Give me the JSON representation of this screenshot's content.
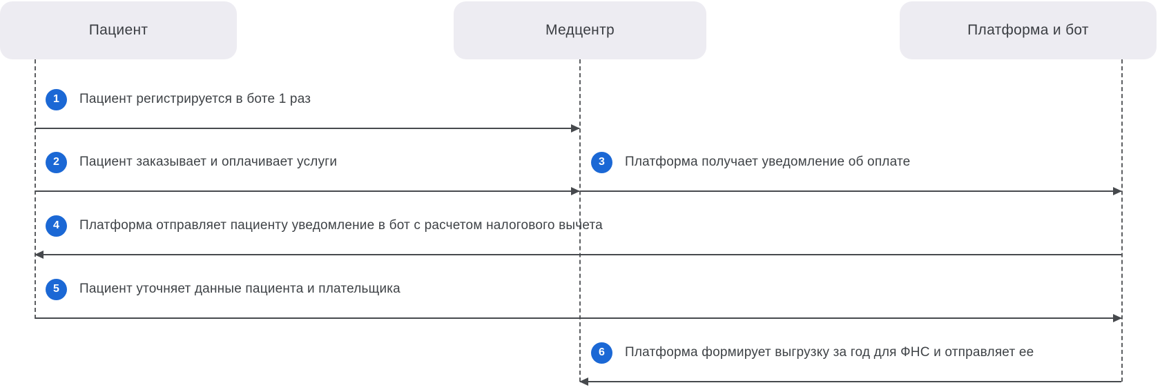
{
  "diagram": {
    "title": "Sequence diagram: tax-deduction bot flow",
    "lanes": [
      {
        "id": "patient",
        "label": "Пациент"
      },
      {
        "id": "medcenter",
        "label": "Медцентр"
      },
      {
        "id": "platform",
        "label": "Платформа и бот"
      }
    ],
    "steps": [
      {
        "num": "1",
        "text": "Пациент регистрируется в боте 1 раз",
        "from": "patient",
        "to": "medcenter",
        "direction": "right"
      },
      {
        "num": "2",
        "text": "Пациент заказывает и оплачивает услуги",
        "from": "patient",
        "to": "medcenter",
        "direction": "right"
      },
      {
        "num": "3",
        "text": "Платформа получает уведомление об оплате",
        "from": "medcenter",
        "to": "platform",
        "direction": "right"
      },
      {
        "num": "4",
        "text": "Платформа отправляет пациенту уведомление в бот с расчетом налогового вычета",
        "from": "platform",
        "to": "patient",
        "direction": "left"
      },
      {
        "num": "5",
        "text": "Пациент уточняет данные пациента и плательщика",
        "from": "patient",
        "to": "platform",
        "direction": "right"
      },
      {
        "num": "6",
        "text": "Платформа формирует выгрузку за год для ФНС и отправляет ее",
        "from": "platform",
        "to": "medcenter",
        "direction": "left"
      }
    ],
    "colors": {
      "accent_blue": "#1b68d5",
      "lane_header_bg": "#edecf2",
      "line": "#46494d",
      "text": "#3e4246",
      "background": "#ffffff"
    }
  }
}
